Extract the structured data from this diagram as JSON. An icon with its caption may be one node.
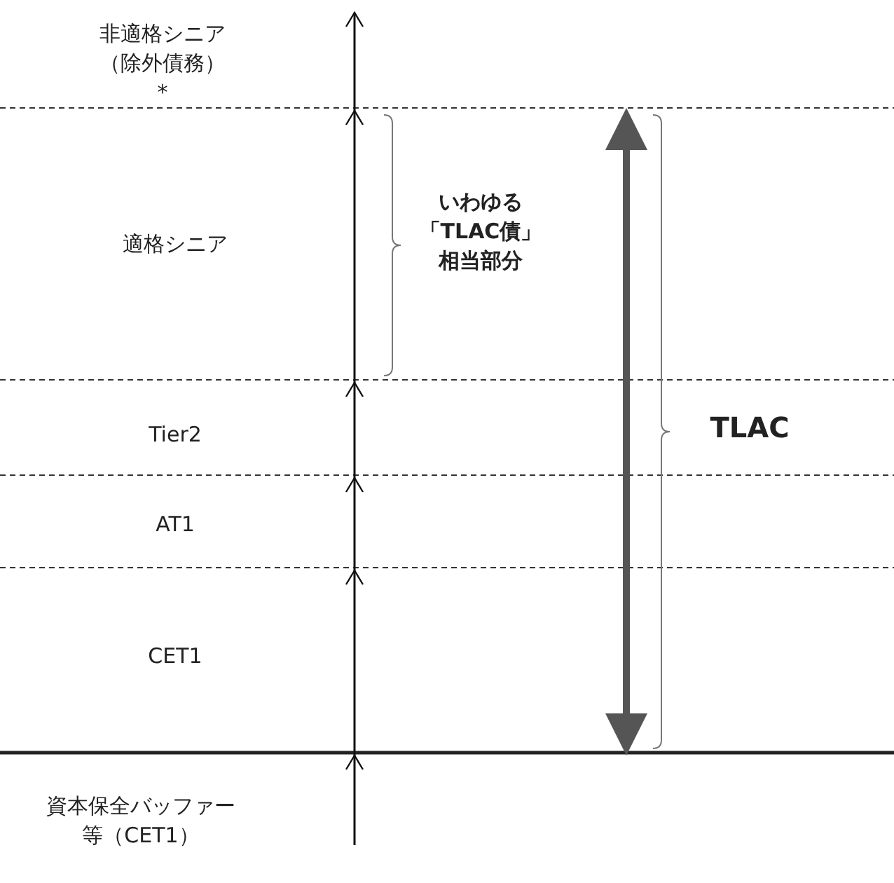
{
  "diagram": {
    "labels": [
      "非適格シニア（除外債務）*",
      "適格シニア",
      "いわゆる「TLAC債」相当部分",
      "Tier2",
      "TLAC",
      "AT1",
      "CET1",
      "資本保全バッファー等（CET1）"
    ]
  }
}
